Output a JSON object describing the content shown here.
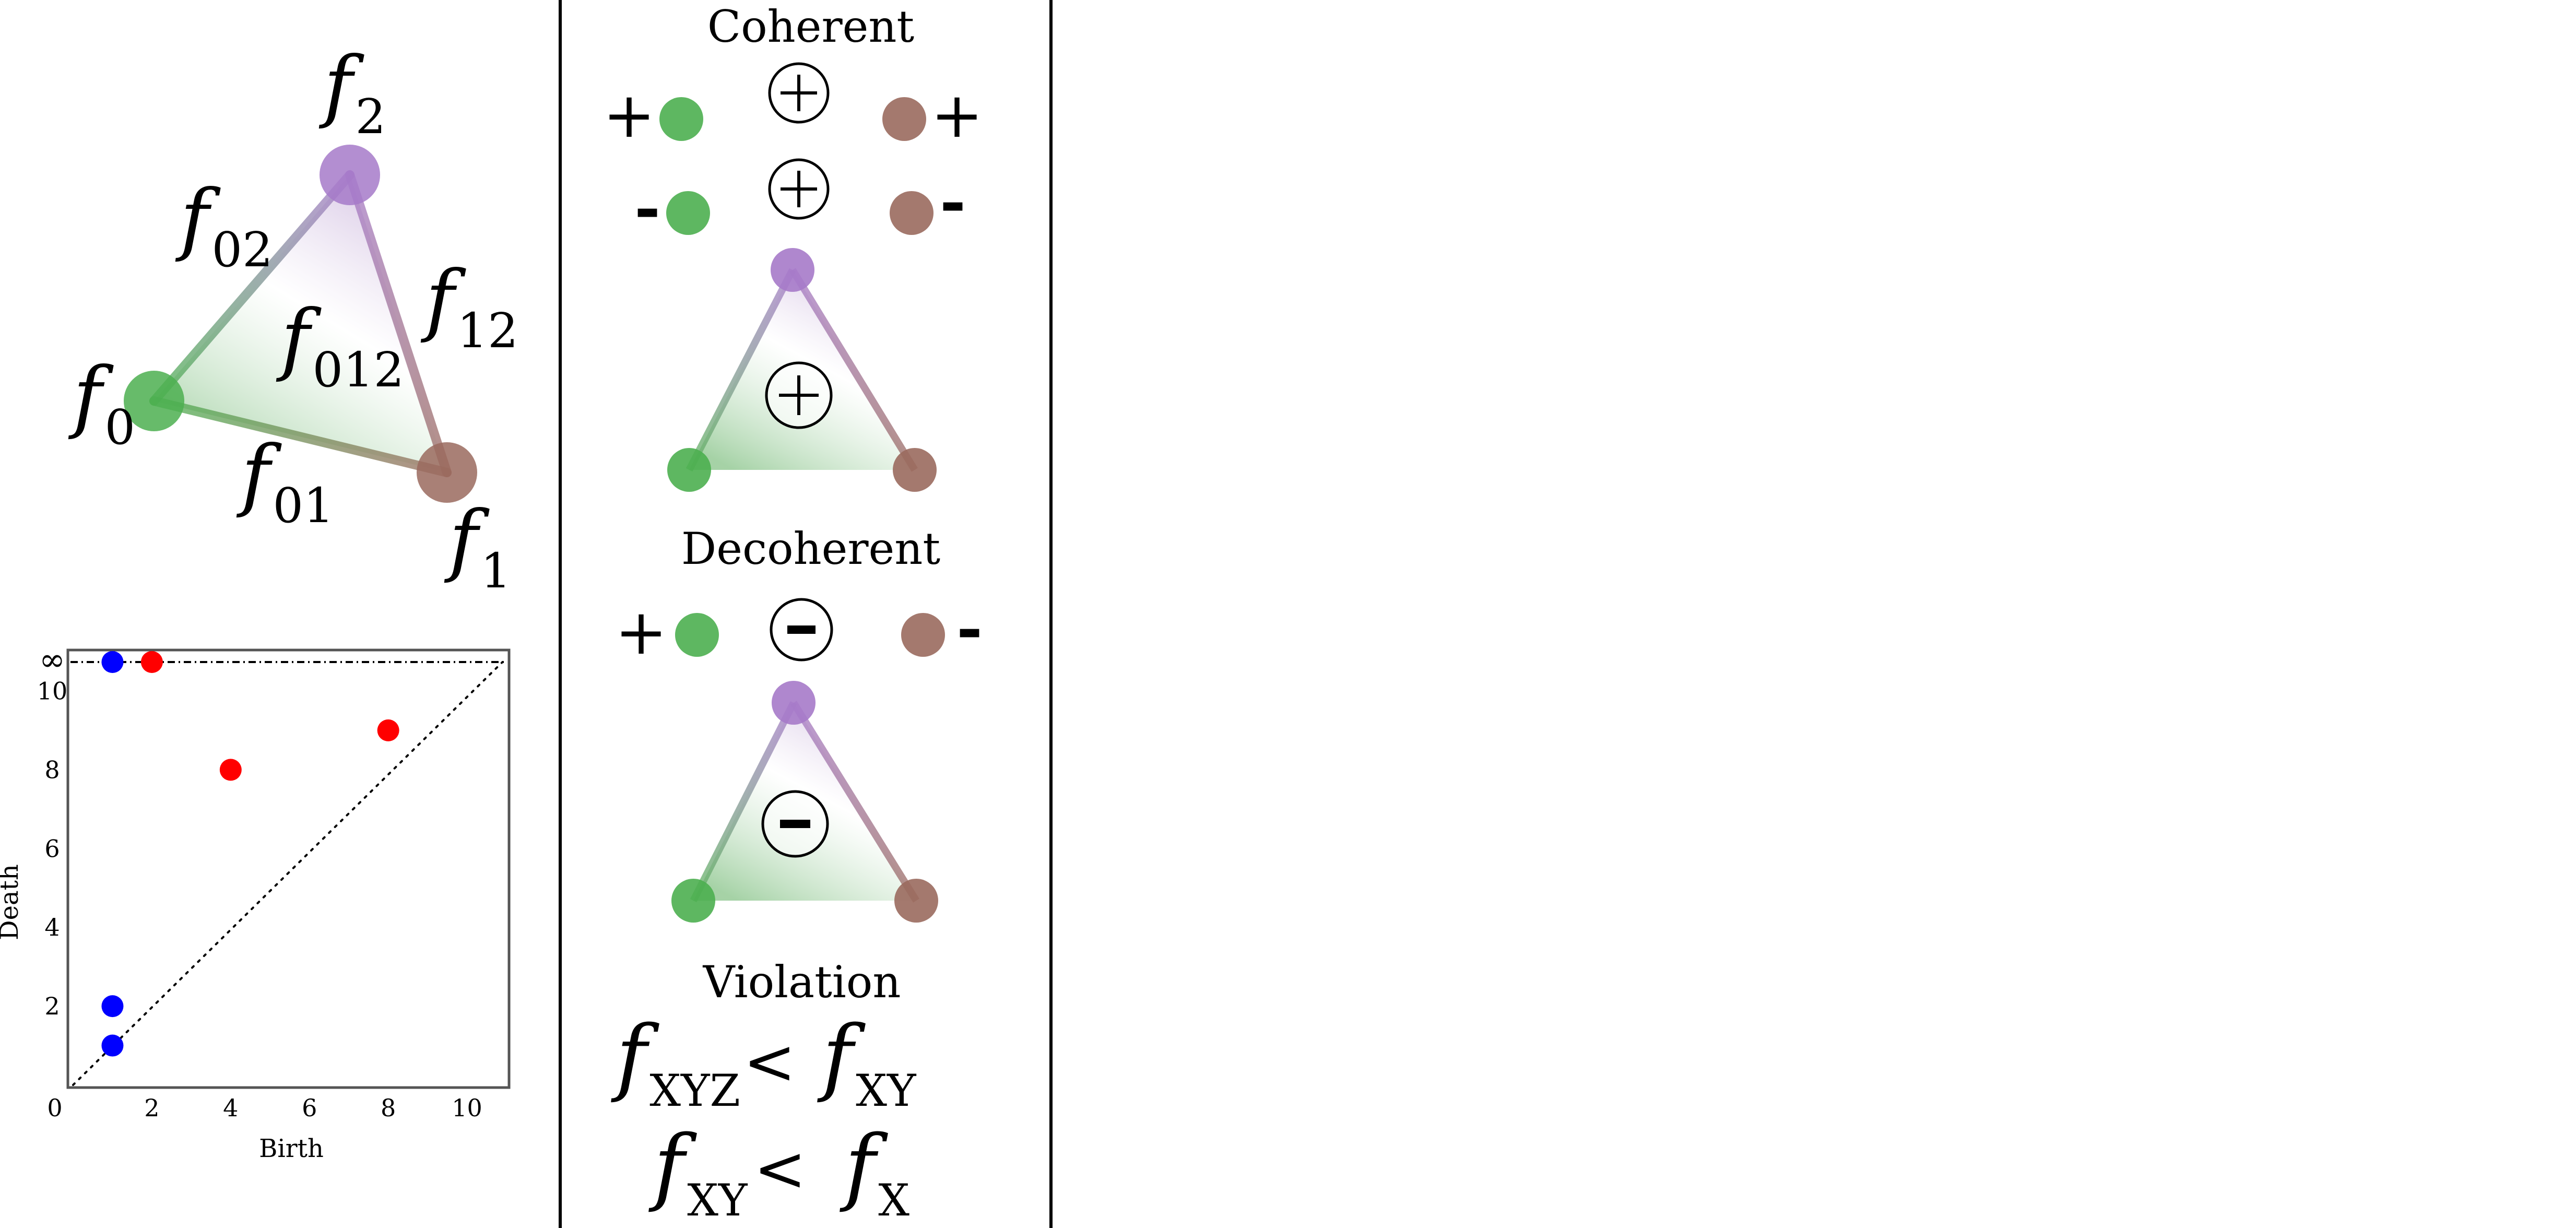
{
  "simplex": {
    "vertex_labels": [
      {
        "base": "f",
        "sub": "0"
      },
      {
        "base": "f",
        "sub": "1"
      },
      {
        "base": "f",
        "sub": "2"
      }
    ],
    "edge_labels": [
      {
        "base": "f",
        "sub": "01"
      },
      {
        "base": "f",
        "sub": "02"
      },
      {
        "base": "f",
        "sub": "12"
      }
    ],
    "face_label": {
      "base": "f",
      "sub": "012"
    },
    "colors": {
      "v0": "#4caf50",
      "v1": "#9a6a5e",
      "v2": "#a67ac9"
    }
  },
  "persistence": {
    "xlabel": "Birth",
    "ylabel": "Death",
    "infinity_label": "∞"
  },
  "chart_data": {
    "type": "scatter",
    "title": "",
    "xlabel": "Birth",
    "ylabel": "Death",
    "xlim": [
      0,
      11
    ],
    "ylim": [
      0,
      11
    ],
    "x_ticks": [
      "0",
      "2",
      "4",
      "6",
      "8",
      "10"
    ],
    "y_ticks": [
      "0",
      "2",
      "4",
      "6",
      "8",
      "10",
      "∞"
    ],
    "diagonal": true,
    "infinity_line": true,
    "series": [
      {
        "color": "#0000ff",
        "points": [
          [
            1,
            1
          ],
          [
            1,
            2
          ],
          [
            1,
            "inf"
          ]
        ]
      },
      {
        "color": "#ff0000",
        "points": [
          [
            4,
            8
          ],
          [
            8,
            9
          ],
          [
            2,
            "inf"
          ]
        ]
      }
    ]
  },
  "coherence": {
    "coherent_title": "Coherent",
    "decoherent_title": "Decoherent",
    "violation_title": "Violation",
    "plus": "+",
    "minus": "-"
  },
  "violation": {
    "rules": [
      {
        "lhs": {
          "base": "f",
          "sub": "XYZ"
        },
        "op": "<",
        "rhs": {
          "base": "f",
          "sub": "XY"
        }
      },
      {
        "lhs": {
          "base": "f",
          "sub": "XY"
        },
        "op": "<",
        "rhs": {
          "base": "f",
          "sub": "X"
        }
      }
    ]
  }
}
